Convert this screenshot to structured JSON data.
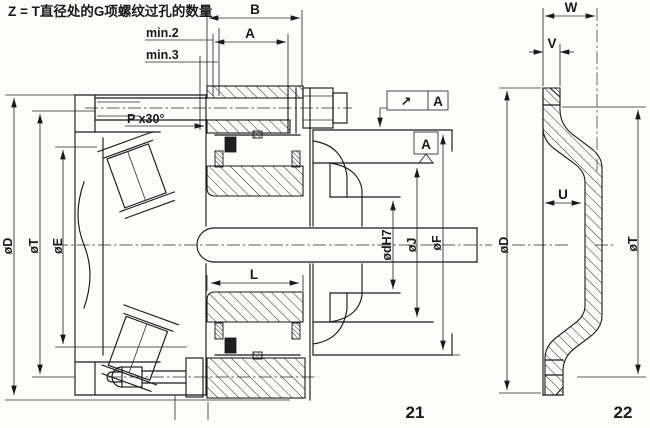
{
  "note": "Z = T直径处的G项螺纹过孔的数量",
  "colors": {
    "ink": "#1a1a1a",
    "paper": "#fcfcfb"
  },
  "fig21": {
    "number": "21",
    "dim_b": "B",
    "dim_a": "A",
    "min2": "min.2",
    "min3": "min.3",
    "chamfer": "P x30°",
    "dia_d": "øD",
    "dia_t": "øT",
    "dia_e": "øE",
    "dia_dh7": "ødH7",
    "dia_j": "øJ",
    "dia_f": "øF",
    "dim_l": "L",
    "fcf_symbol": "↗",
    "fcf_datum": "A",
    "datum": "A"
  },
  "fig22": {
    "number": "22",
    "dim_w": "W",
    "dim_v": "V",
    "dim_u": "U",
    "dia_d": "øD",
    "dia_t": "øT"
  }
}
